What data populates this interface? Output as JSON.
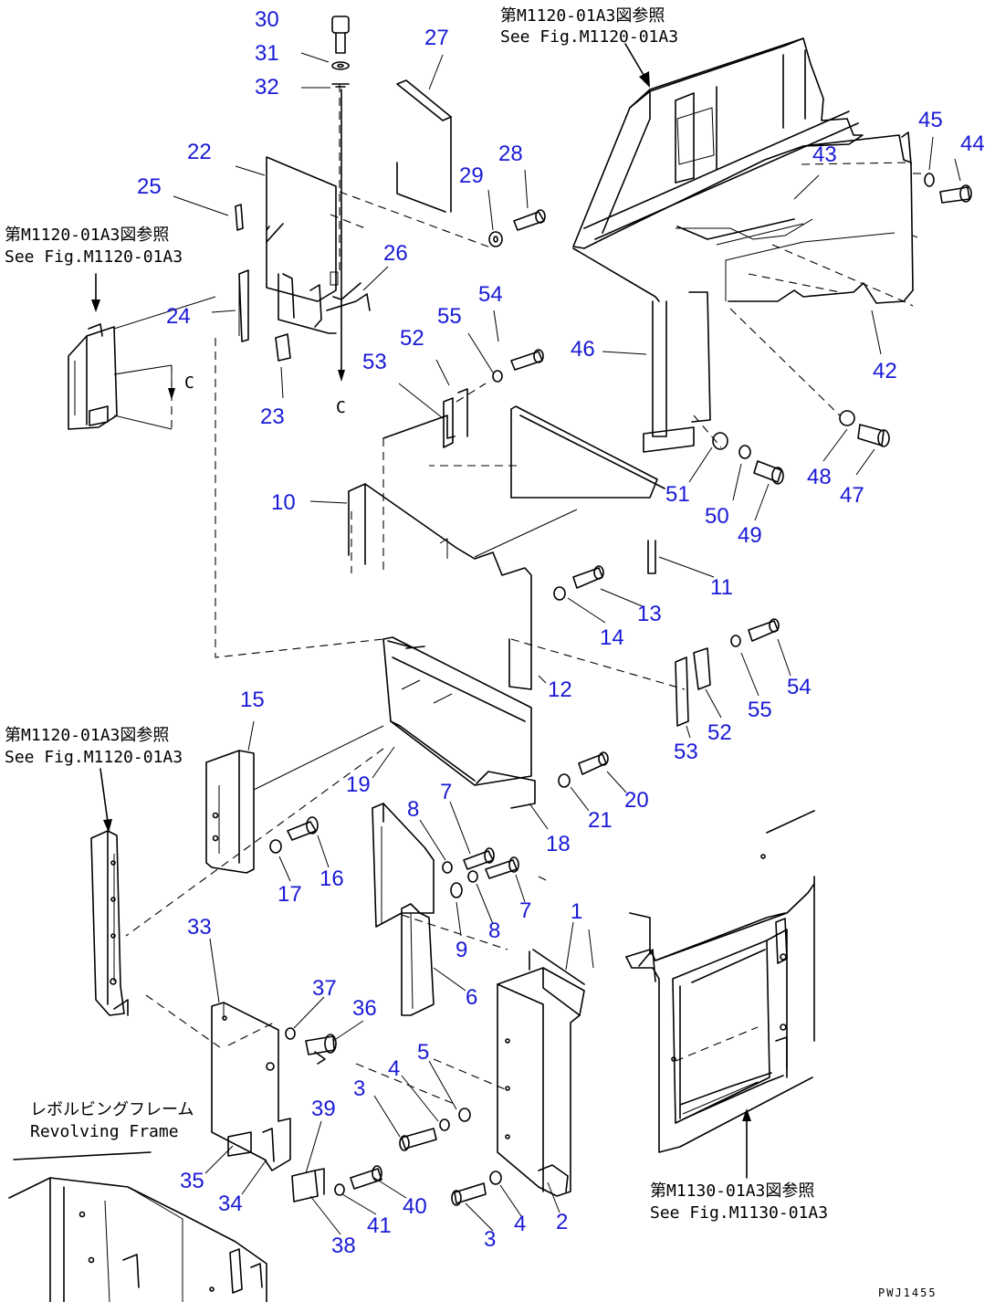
{
  "drawing_code": "PWJ1455",
  "cross_refs": [
    {
      "jp": "第M1120-01A3図参照",
      "en": "See Fig.M1120-01A3"
    },
    {
      "jp": "第M1120-01A3図参照",
      "en": "See Fig.M1120-01A3"
    },
    {
      "jp": "第M1120-01A3図参照",
      "en": "See Fig.M1120-01A3"
    },
    {
      "jp": "第M1130-01A3図参照",
      "en": "See Fig.M1130-01A3"
    }
  ],
  "frame_label": {
    "jp": "レボルビングフレーム",
    "en": "Revolving Frame"
  },
  "connection_refs": [
    "C",
    "C"
  ],
  "callouts": [
    {
      "id": "p30",
      "label": "30"
    },
    {
      "id": "p31",
      "label": "31"
    },
    {
      "id": "p32",
      "label": "32"
    },
    {
      "id": "p27",
      "label": "27"
    },
    {
      "id": "p22",
      "label": "22"
    },
    {
      "id": "p25",
      "label": "25"
    },
    {
      "id": "p26",
      "label": "26"
    },
    {
      "id": "p24",
      "label": "24"
    },
    {
      "id": "p23",
      "label": "23"
    },
    {
      "id": "p29",
      "label": "29"
    },
    {
      "id": "p28",
      "label": "28"
    },
    {
      "id": "p45",
      "label": "45"
    },
    {
      "id": "p44",
      "label": "44"
    },
    {
      "id": "p43",
      "label": "43"
    },
    {
      "id": "p42",
      "label": "42"
    },
    {
      "id": "p46",
      "label": "46"
    },
    {
      "id": "p54a",
      "label": "54"
    },
    {
      "id": "p55a",
      "label": "55"
    },
    {
      "id": "p52a",
      "label": "52"
    },
    {
      "id": "p53a",
      "label": "53"
    },
    {
      "id": "p10",
      "label": "10"
    },
    {
      "id": "p51",
      "label": "51"
    },
    {
      "id": "p50",
      "label": "50"
    },
    {
      "id": "p49",
      "label": "49"
    },
    {
      "id": "p48",
      "label": "48"
    },
    {
      "id": "p47",
      "label": "47"
    },
    {
      "id": "p11",
      "label": "11"
    },
    {
      "id": "p13",
      "label": "13"
    },
    {
      "id": "p14",
      "label": "14"
    },
    {
      "id": "p12",
      "label": "12"
    },
    {
      "id": "p54b",
      "label": "54"
    },
    {
      "id": "p55b",
      "label": "55"
    },
    {
      "id": "p52b",
      "label": "52"
    },
    {
      "id": "p53b",
      "label": "53"
    },
    {
      "id": "p15",
      "label": "15"
    },
    {
      "id": "p19",
      "label": "19"
    },
    {
      "id": "p20",
      "label": "20"
    },
    {
      "id": "p21",
      "label": "21"
    },
    {
      "id": "p18",
      "label": "18"
    },
    {
      "id": "p8a",
      "label": "8"
    },
    {
      "id": "p7a",
      "label": "7"
    },
    {
      "id": "p16",
      "label": "16"
    },
    {
      "id": "p17",
      "label": "17"
    },
    {
      "id": "p7b",
      "label": "7"
    },
    {
      "id": "p8b",
      "label": "8"
    },
    {
      "id": "p9",
      "label": "9"
    },
    {
      "id": "p1",
      "label": "1"
    },
    {
      "id": "p33",
      "label": "33"
    },
    {
      "id": "p6",
      "label": "6"
    },
    {
      "id": "p37",
      "label": "37"
    },
    {
      "id": "p36",
      "label": "36"
    },
    {
      "id": "p5",
      "label": "5"
    },
    {
      "id": "p4a",
      "label": "4"
    },
    {
      "id": "p3a",
      "label": "3"
    },
    {
      "id": "p39",
      "label": "39"
    },
    {
      "id": "p35",
      "label": "35"
    },
    {
      "id": "p34",
      "label": "34"
    },
    {
      "id": "p40",
      "label": "40"
    },
    {
      "id": "p41",
      "label": "41"
    },
    {
      "id": "p38",
      "label": "38"
    },
    {
      "id": "p3b",
      "label": "3"
    },
    {
      "id": "p4b",
      "label": "4"
    },
    {
      "id": "p2",
      "label": "2"
    }
  ]
}
